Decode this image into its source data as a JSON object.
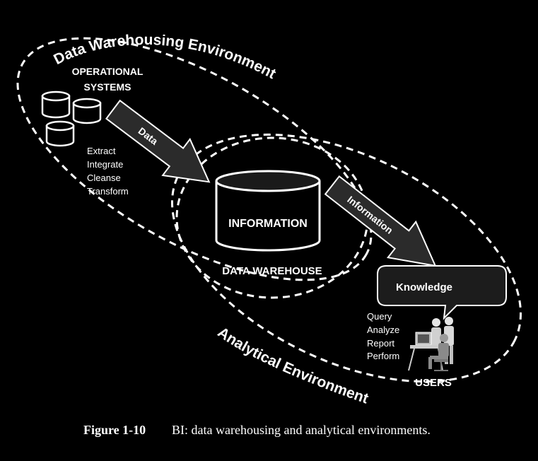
{
  "diagram": {
    "environments": {
      "data_warehousing": "Data Warehousing Environment",
      "analytical": "Analytical Environment"
    },
    "operational_systems": {
      "line1": "OPERATIONAL",
      "line2": "SYSTEMS"
    },
    "process_steps": [
      "Extract",
      "Integrate",
      "Cleanse",
      "Transform"
    ],
    "arrows": {
      "data": "Data",
      "information": "Information"
    },
    "warehouse": {
      "cylinder_label": "INFORMATION",
      "caption": "DATA WAREHOUSE"
    },
    "knowledge": "Knowledge",
    "user_actions": [
      "Query",
      "Analyze",
      "Report",
      "Perform"
    ],
    "users": "USERS"
  },
  "caption": {
    "figure_number": "Figure 1-10",
    "text": "BI: data warehousing and analytical environments."
  },
  "colors": {
    "background": "#000000",
    "foreground": "#ffffff",
    "arrow_fill": "#2b2b2b",
    "knowledge_box": "#1c1c1c"
  }
}
